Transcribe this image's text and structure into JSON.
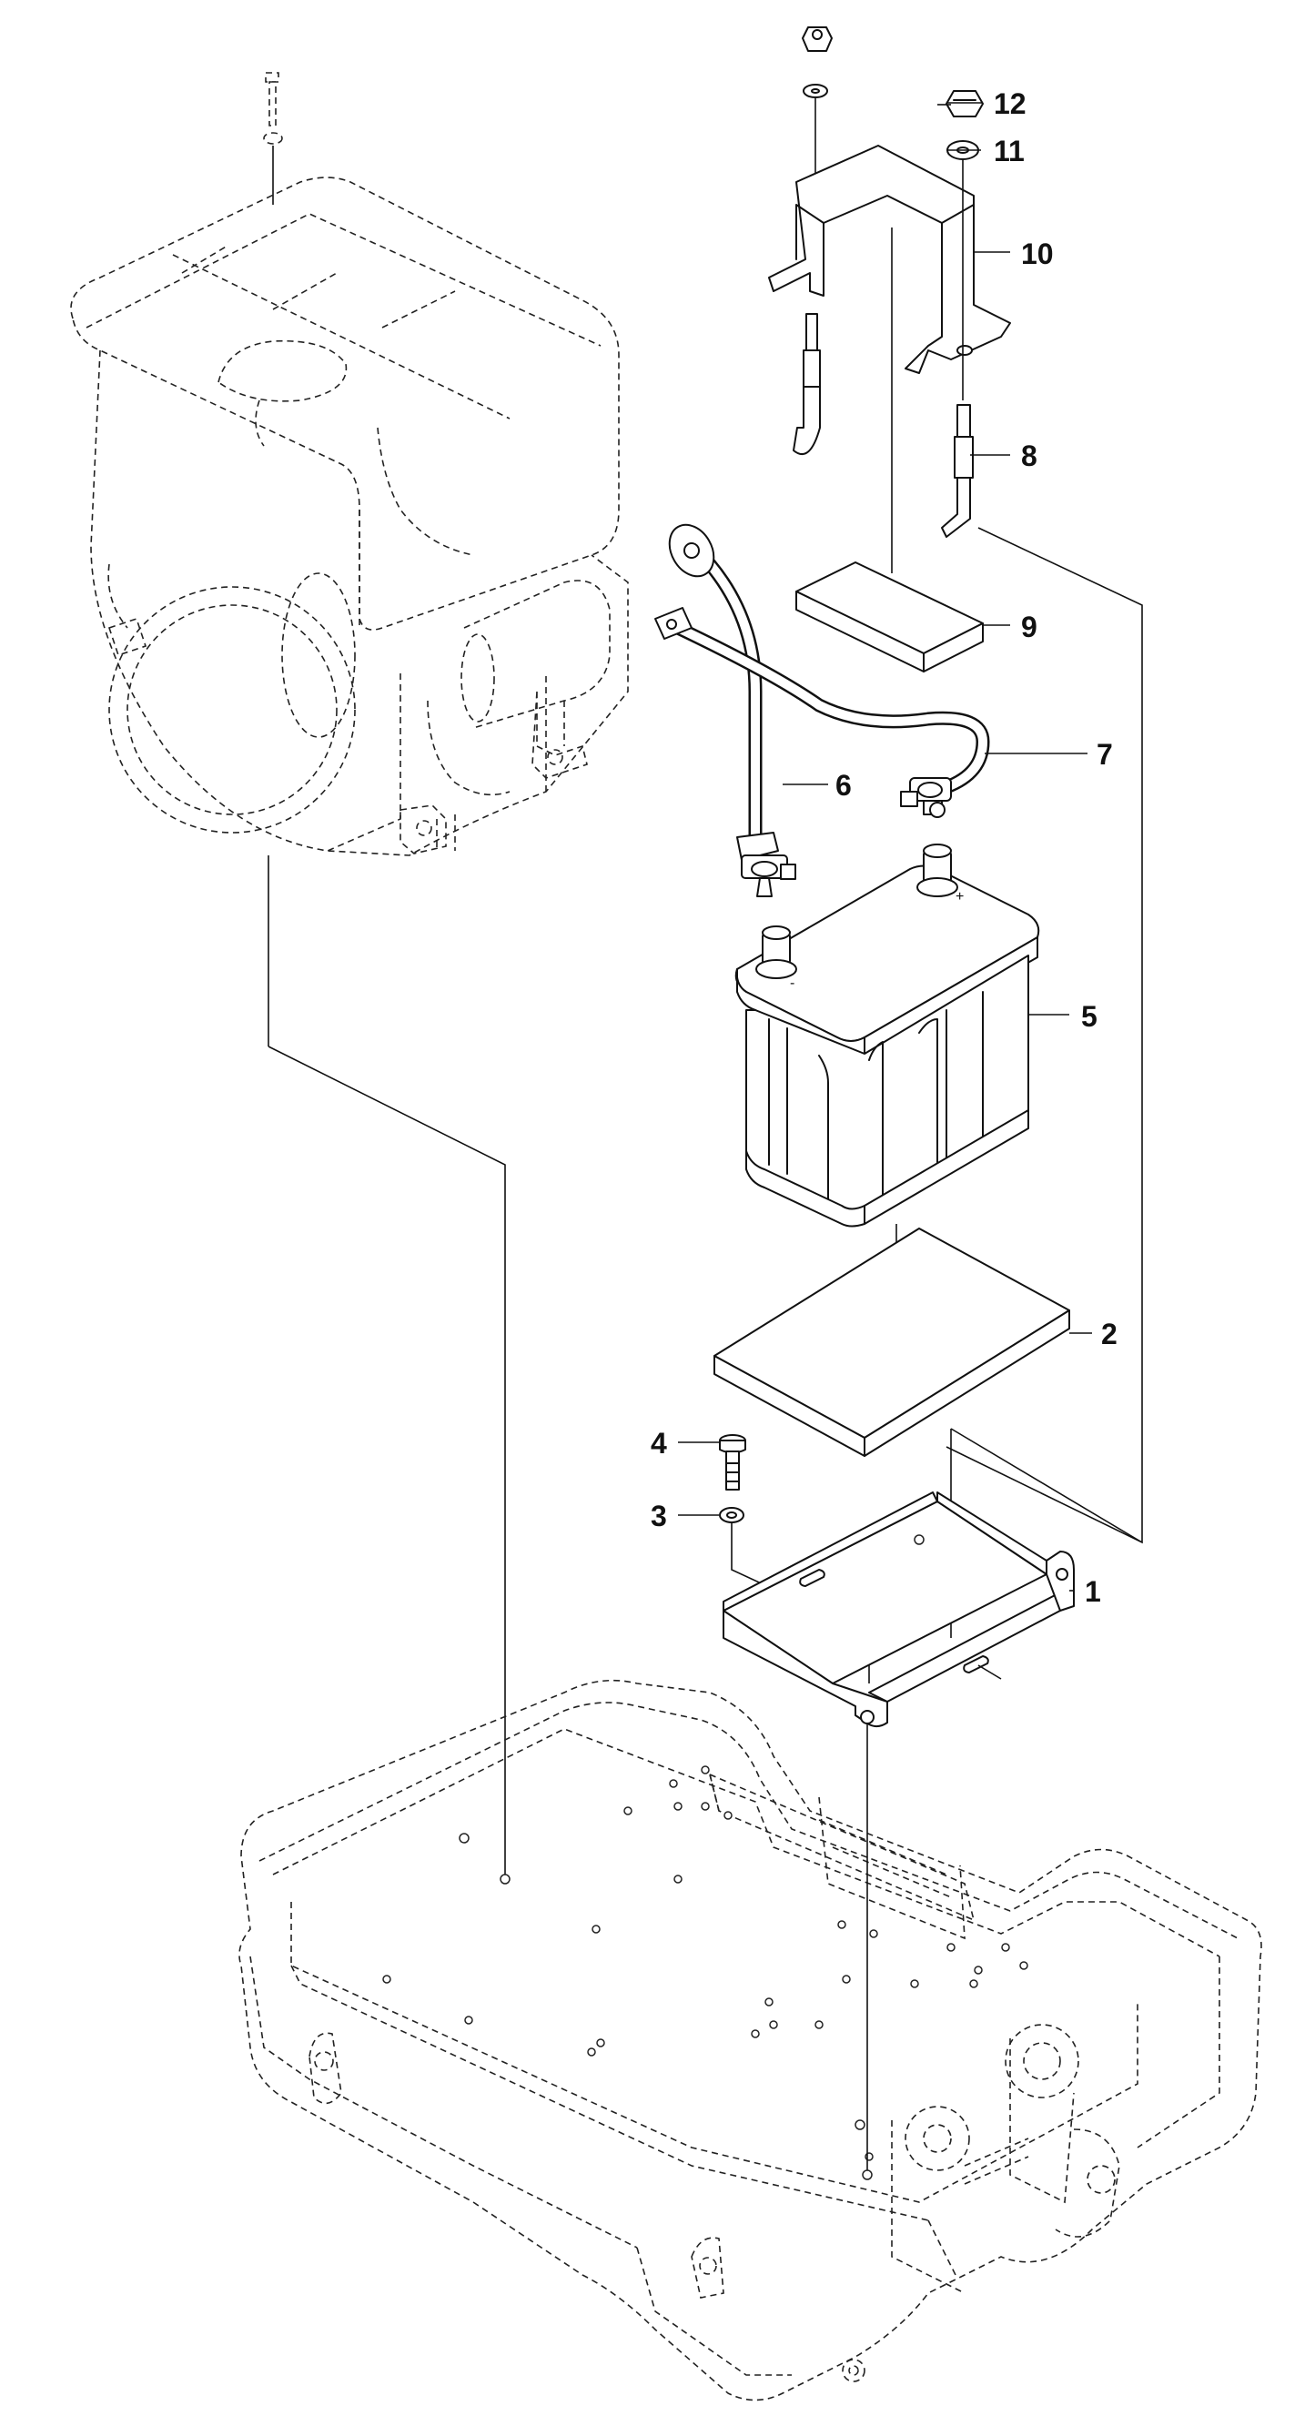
{
  "callouts": [
    {
      "id": "1",
      "text": "1"
    },
    {
      "id": "2",
      "text": "2"
    },
    {
      "id": "3",
      "text": "3"
    },
    {
      "id": "4",
      "text": "4"
    },
    {
      "id": "5",
      "text": "5"
    },
    {
      "id": "6",
      "text": "6"
    },
    {
      "id": "7",
      "text": "7"
    },
    {
      "id": "8",
      "text": "8"
    },
    {
      "id": "9",
      "text": "9"
    },
    {
      "id": "10",
      "text": "10"
    },
    {
      "id": "11",
      "text": "11"
    },
    {
      "id": "12",
      "text": "12"
    }
  ],
  "battery_markings": {
    "negative": "-",
    "positive": "+"
  },
  "colors": {
    "line": "#111111",
    "background": "#ffffff"
  }
}
